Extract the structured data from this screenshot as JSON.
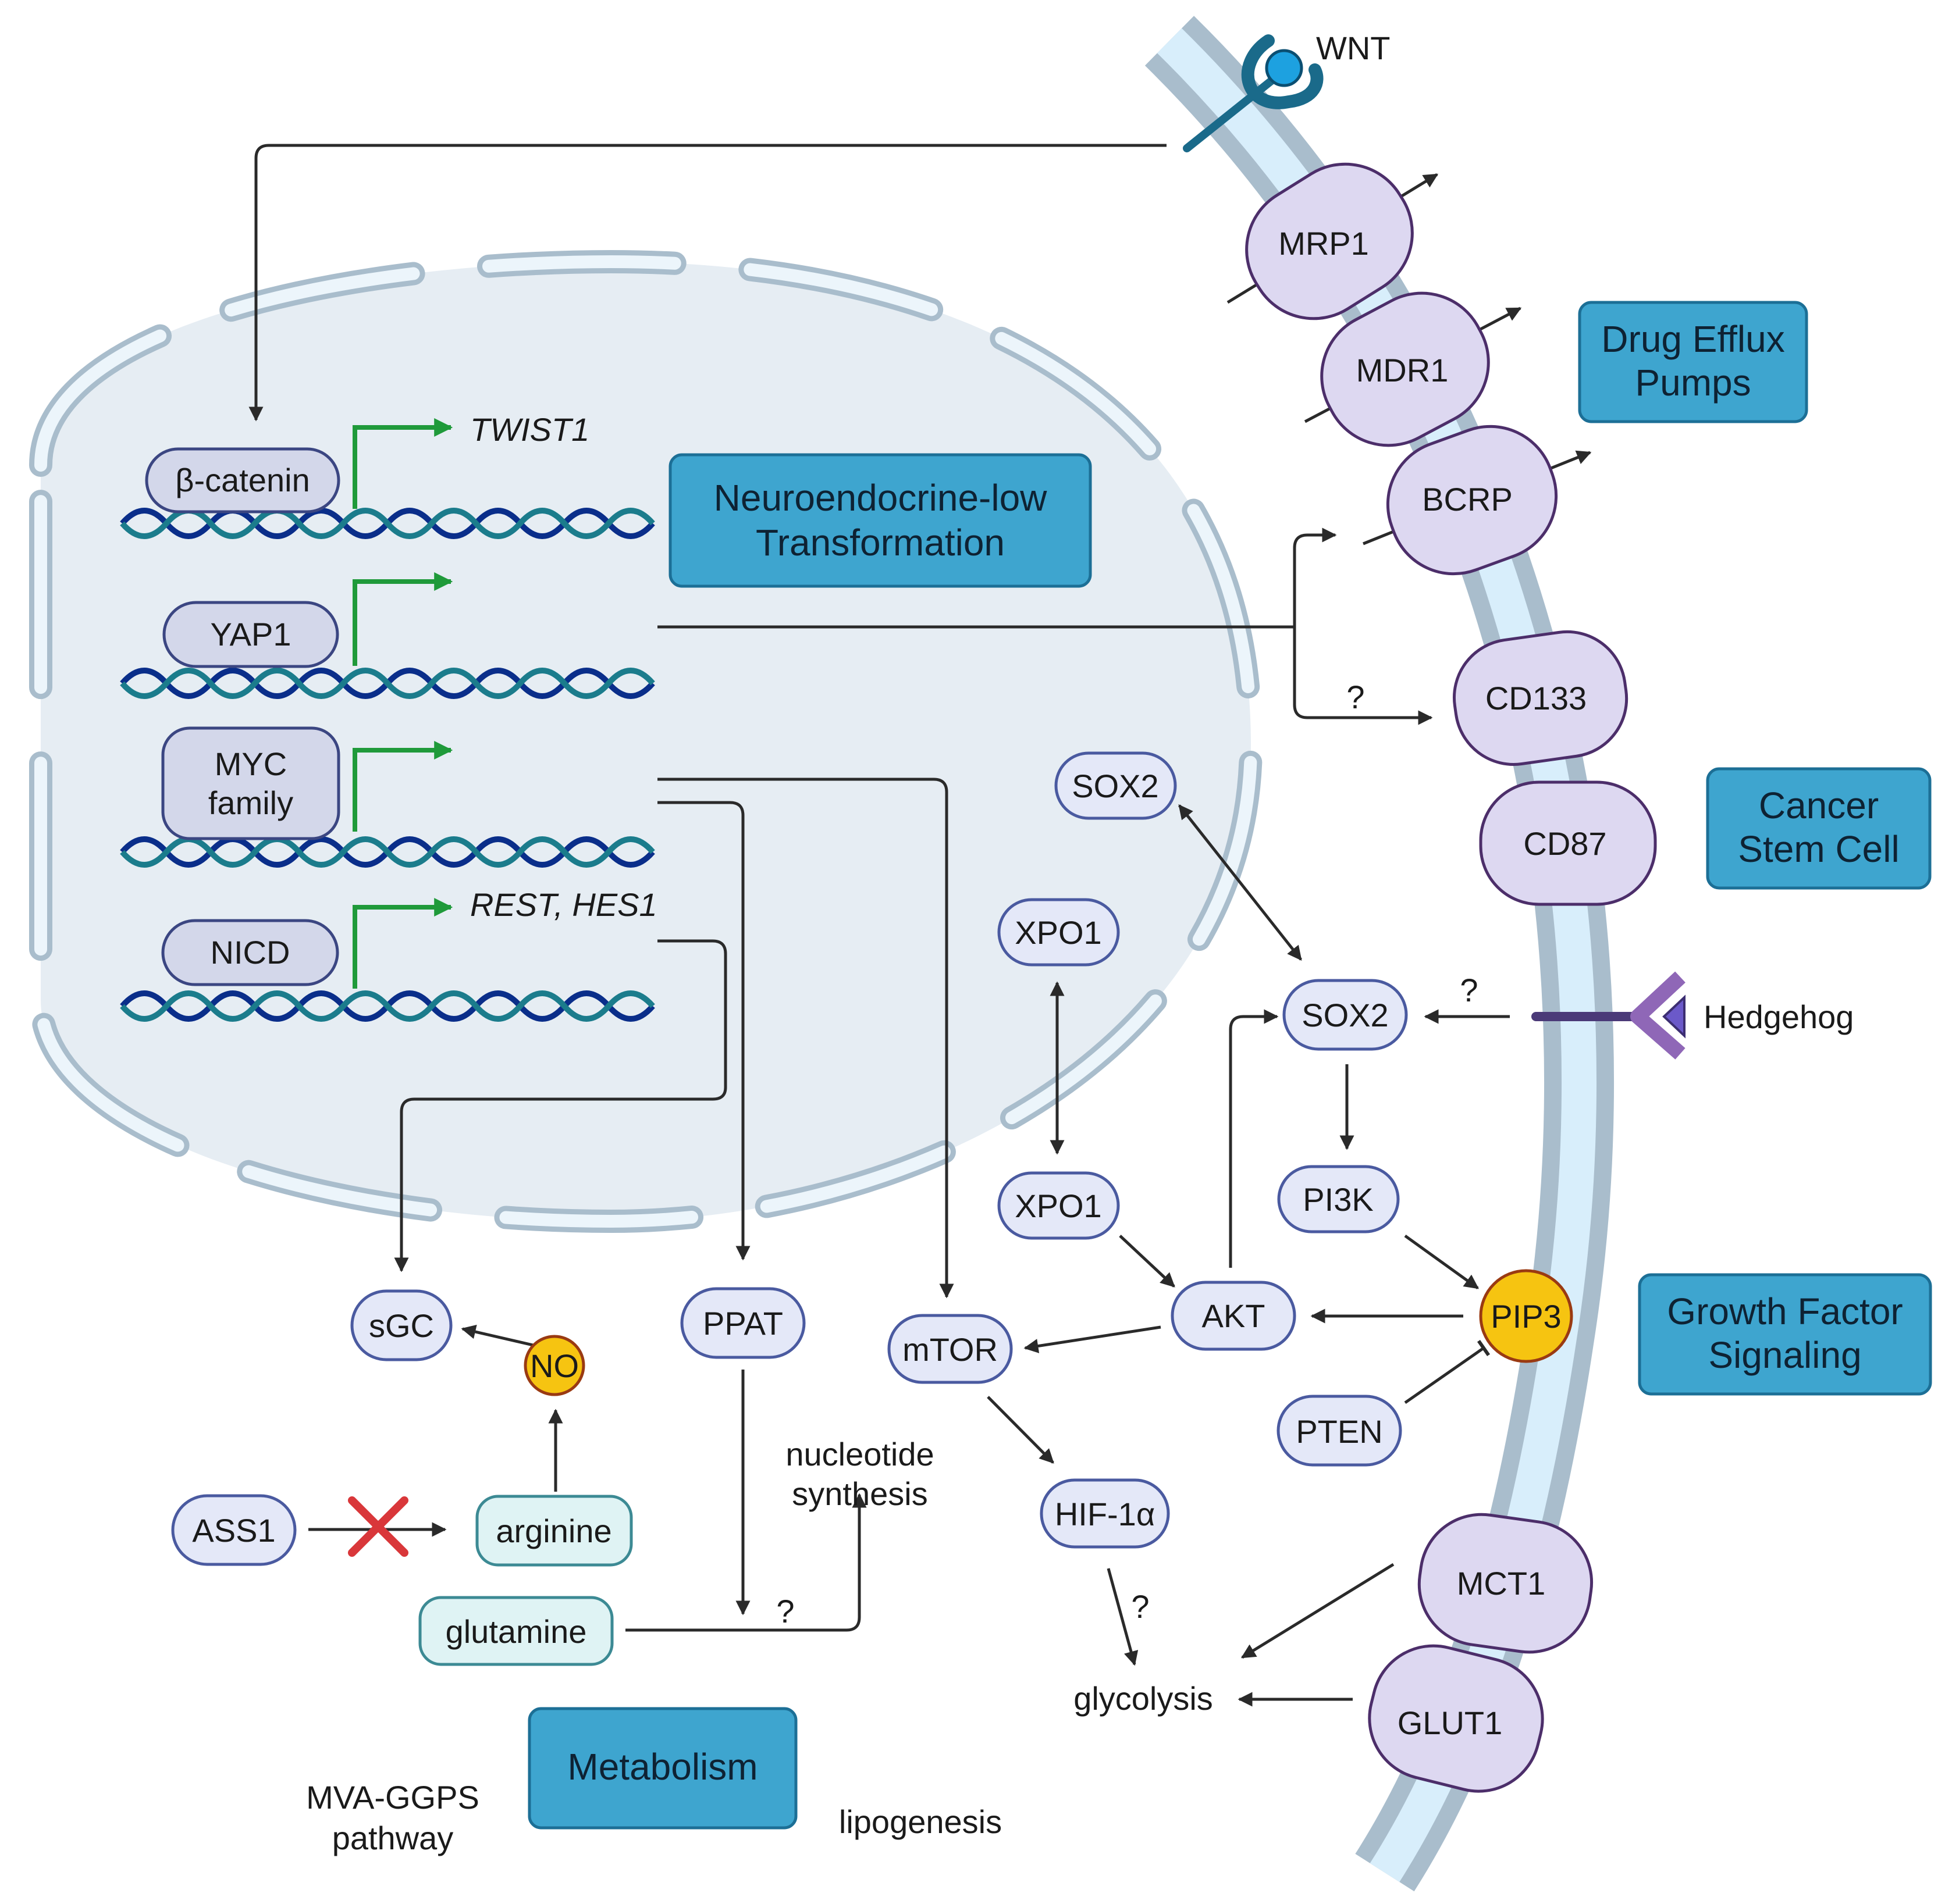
{
  "membrane_receptors": {
    "wnt": "WNT",
    "hedgehog": "Hedgehog"
  },
  "pumps": {
    "mrp1": "MRP1",
    "mdr1": "MDR1",
    "bcrp": "BCRP",
    "cd133": "CD133",
    "cd87": "CD87",
    "mct1": "MCT1",
    "glut1": "GLUT1"
  },
  "categories": {
    "drug_efflux_1": "Drug Efflux",
    "drug_efflux_2": "Pumps",
    "neuro_1": "Neuroendocrine-low",
    "neuro_2": "Transformation",
    "cancer_stem_1": "Cancer",
    "cancer_stem_2": "Stem Cell",
    "growth_1": "Growth Factor",
    "growth_2": "Signaling",
    "metabolism": "Metabolism"
  },
  "nucleus": {
    "beta_catenin": "β-catenin",
    "twist1": "TWIST1",
    "yap1": "YAP1",
    "myc_1": "MYC",
    "myc_2": "family",
    "nicd": "NICD",
    "rest_hes1": "REST, HES1"
  },
  "signaling": {
    "sox2_top": "SOX2",
    "sox2": "SOX2",
    "xpo1_top": "XPO1",
    "xpo1": "XPO1",
    "pi3k": "PI3K",
    "akt": "AKT",
    "pip3": "PIP3",
    "pten": "PTEN",
    "mtor": "mTOR",
    "hif1a": "HIF-1α"
  },
  "metabolism": {
    "sgc": "sGC",
    "no": "NO",
    "ppat": "PPAT",
    "ass1": "ASS1",
    "arginine": "arginine",
    "glutamine": "glutamine",
    "nucleotide_1": "nucleotide",
    "nucleotide_2": "synthesis",
    "glycolysis": "glycolysis",
    "mva_1": "MVA-GGPS",
    "mva_2": "pathway",
    "lipogenesis": "lipogenesis"
  },
  "question_marks": {
    "q1": "?",
    "q2": "?",
    "q3": "?",
    "q4": "?"
  },
  "colors": {
    "category_fill": "#3ea5cf",
    "protein_fill": "#e4e8f8",
    "pump_fill": "#ddd8f1",
    "ball_fill": "#f6c411",
    "membrane_outer": "#a9bdcc",
    "membrane_inner": "#d8eefb",
    "nucleus_fill": "#e6edf3",
    "promoter_arrow": "#1f9a3a",
    "inhibition_x": "#d9373a"
  }
}
